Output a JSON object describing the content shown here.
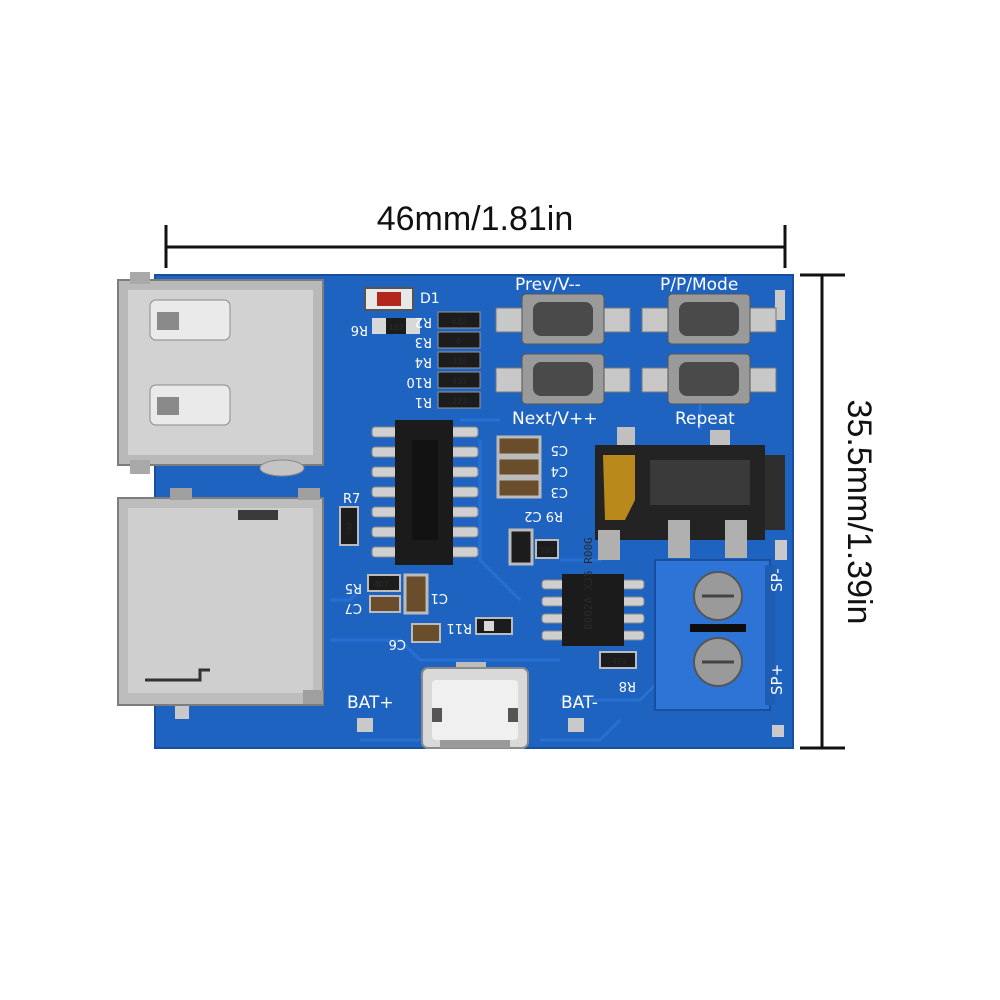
{
  "dimensions": {
    "width_label": "46mm/1.81in",
    "height_label": "35.5mm/1.39in"
  },
  "board": {
    "pcb_color": "#1f63c0",
    "silkscreen": {
      "d1": "D1",
      "r6": "R6",
      "r2": "R2",
      "r3": "R3",
      "r4": "R4",
      "r10": "R10",
      "r1": "R1",
      "prev": "Prev/V--",
      "pp_mode": "P/P/Mode",
      "next": "Next/V++",
      "repeat": "Repeat",
      "c5": "C5",
      "c4": "C4",
      "c3": "C3",
      "r9c2": "R9 C2",
      "r7": "R7",
      "r5": "R5",
      "c7": "C7",
      "c1": "C1",
      "c6": "C6",
      "r11": "R11",
      "r8": "R8",
      "bat_plus": "BAT+",
      "bat_minus": "BAT-",
      "sp_minus": "SP-",
      "sp_plus": "SP+"
    },
    "component_codes": {
      "r6_code": "102",
      "r2_code": "622",
      "r3_code": "0",
      "r4_code": "332",
      "r10_code": "333",
      "r1_code": "223",
      "r7_code": "332",
      "r5_code": "4R7",
      "r9_code": "103",
      "r8_code": "473",
      "amp_chip": "8002A XJ5 R00G"
    },
    "terminal_color": "#2d74d6"
  }
}
